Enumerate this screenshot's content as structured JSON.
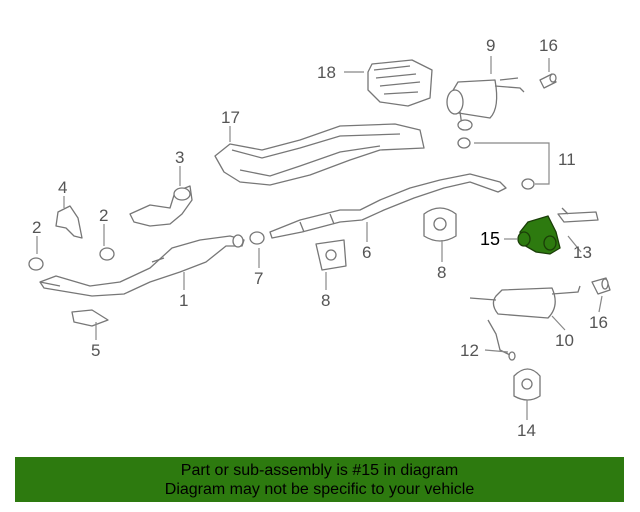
{
  "callouts": {
    "c1": "1",
    "c2a": "2",
    "c2b": "2",
    "c3": "3",
    "c4": "4",
    "c5": "5",
    "c6": "6",
    "c7": "7",
    "c8a": "8",
    "c8b": "8",
    "c9": "9",
    "c10": "10",
    "c11": "11",
    "c12": "12",
    "c13": "13",
    "c14": "14",
    "c15": "15",
    "c16a": "16",
    "c16b": "16",
    "c17": "17",
    "c18": "18"
  },
  "banner": {
    "line1": "Part or sub-assembly is #15 in diagram",
    "line2": "Diagram may not be specific to your vehicle"
  },
  "colors": {
    "highlight": "#2d7a0f",
    "banner_bg": "#2d7a0f",
    "line_art": "#777777"
  }
}
